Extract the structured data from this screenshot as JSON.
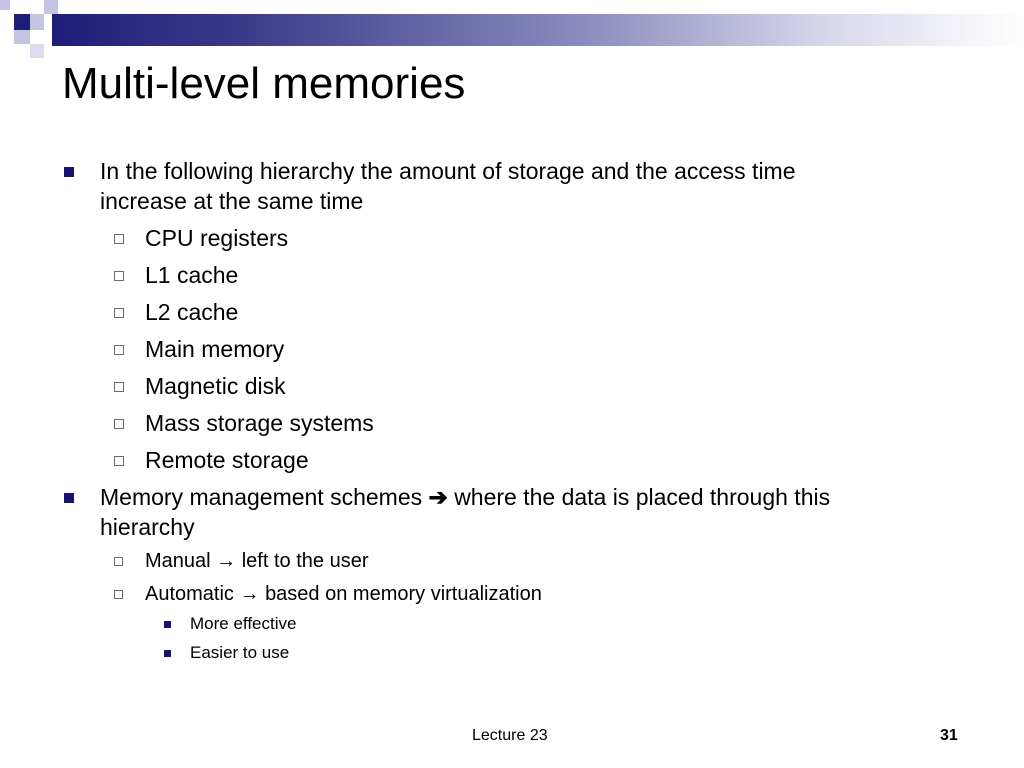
{
  "slide": {
    "title": "Multi-level memories",
    "theme_colors": {
      "accent": "#1e1e78",
      "bullet": "#14146e"
    }
  },
  "bullets": [
    {
      "line1": "In the following hierarchy the amount of storage and the access time",
      "line2": "increase at the same time",
      "items": [
        "CPU registers",
        "L1 cache",
        "L2 cache",
        "Main memory",
        "Magnetic disk",
        "Mass storage systems",
        "Remote storage"
      ]
    },
    {
      "line1_a": "Memory management schemes",
      "arrow": "➔",
      "line1_b": "where the data is placed through this",
      "line2": "hierarchy",
      "sub": [
        {
          "a": "Manual",
          "arrow": "→",
          "b": "left to the user"
        },
        {
          "a": "Automatic",
          "arrow": "→",
          "b": "based on memory virtualization",
          "sub": [
            "More effective",
            "Easier to use"
          ]
        }
      ]
    }
  ],
  "footer": {
    "center": "Lecture 23",
    "page": "31"
  }
}
